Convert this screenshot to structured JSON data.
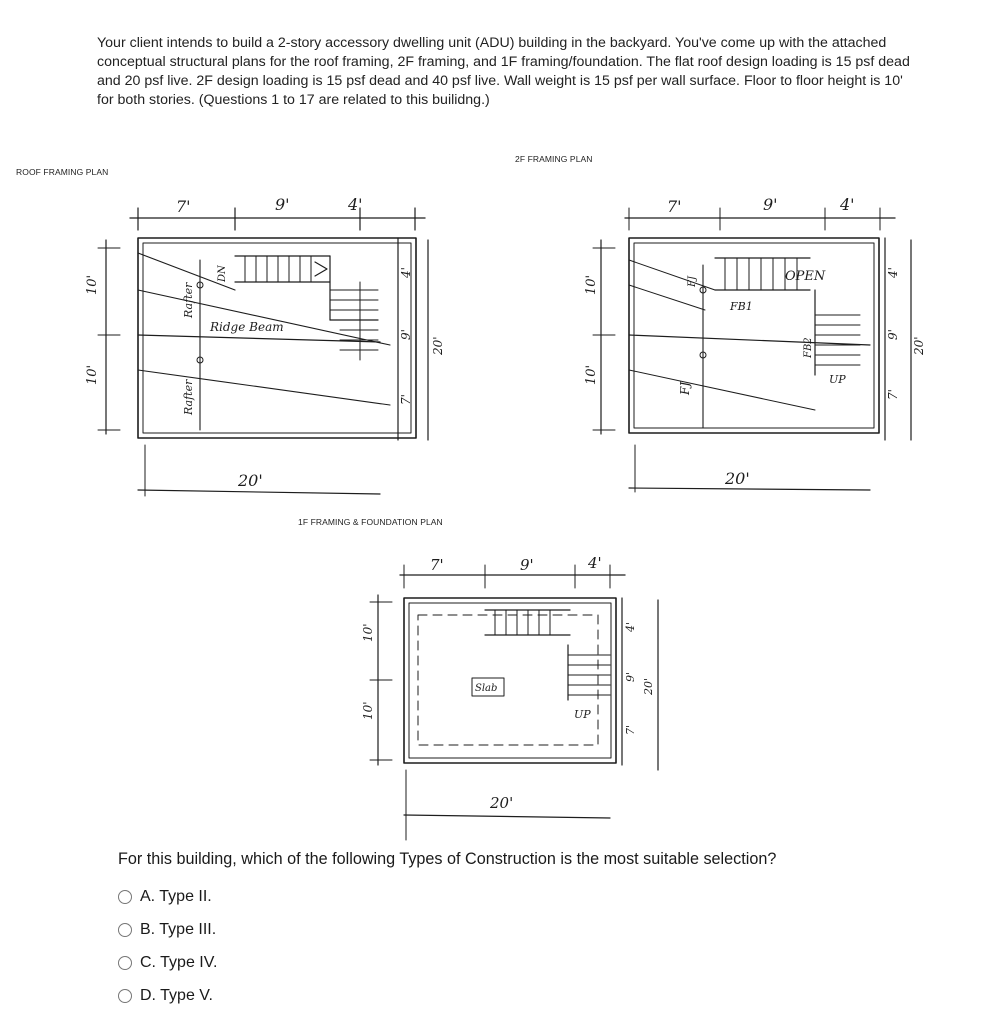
{
  "intro": {
    "text": "Your client intends to build a 2-story accessory dwelling unit (ADU) building in the backyard.  You've come up with the attached conceptual structural plans for the roof framing, 2F framing, and 1F framing/foundation. The flat roof design loading is 15 psf dead and 20 psf live.  2F design loading is 15 psf dead and 40 psf live.  Wall weight is 15 psf per wall surface.  Floor to floor height is 10' for both stories. (Questions 1 to 17 are related to this builidng.)"
  },
  "plans": {
    "roof": {
      "title": "ROOF FRAMING PLAN",
      "dims_top": [
        "7'",
        "9'",
        "4'"
      ],
      "dims_left": [
        "10'",
        "10'"
      ],
      "dims_right": [
        "4'",
        "9'",
        "7'"
      ],
      "dim_total_right": "20'",
      "dim_bottom": "20'",
      "labels": [
        "Rafter",
        "Rafter",
        "Ridge Beam",
        "DN"
      ]
    },
    "floor2": {
      "title": "2F FRAMING PLAN",
      "dims_top": [
        "7'",
        "9'",
        "4'"
      ],
      "dims_left": [
        "10'",
        "10'"
      ],
      "dims_right": [
        "4'",
        "9'",
        "7'"
      ],
      "dim_total_right": "20'",
      "dim_bottom": "20'",
      "labels": [
        "FJ",
        "FJ",
        "FB1",
        "FB2",
        "OPEN",
        "UP"
      ]
    },
    "floor1": {
      "title": "1F FRAMING & FOUNDATION PLAN",
      "dims_top": [
        "7'",
        "9'",
        "4'"
      ],
      "dims_left": [
        "10'",
        "10'"
      ],
      "dims_right": [
        "4'",
        "9'",
        "7'"
      ],
      "dim_total_right": "20'",
      "dim_bottom": "20'",
      "labels": [
        "Slab",
        "UP"
      ]
    }
  },
  "question": {
    "text": "For this building, which of the following Types of Construction is the most suitable selection?",
    "options": [
      {
        "label": "A. Type II."
      },
      {
        "label": "B. Type III."
      },
      {
        "label": "C. Type IV."
      },
      {
        "label": "D. Type V."
      }
    ]
  }
}
